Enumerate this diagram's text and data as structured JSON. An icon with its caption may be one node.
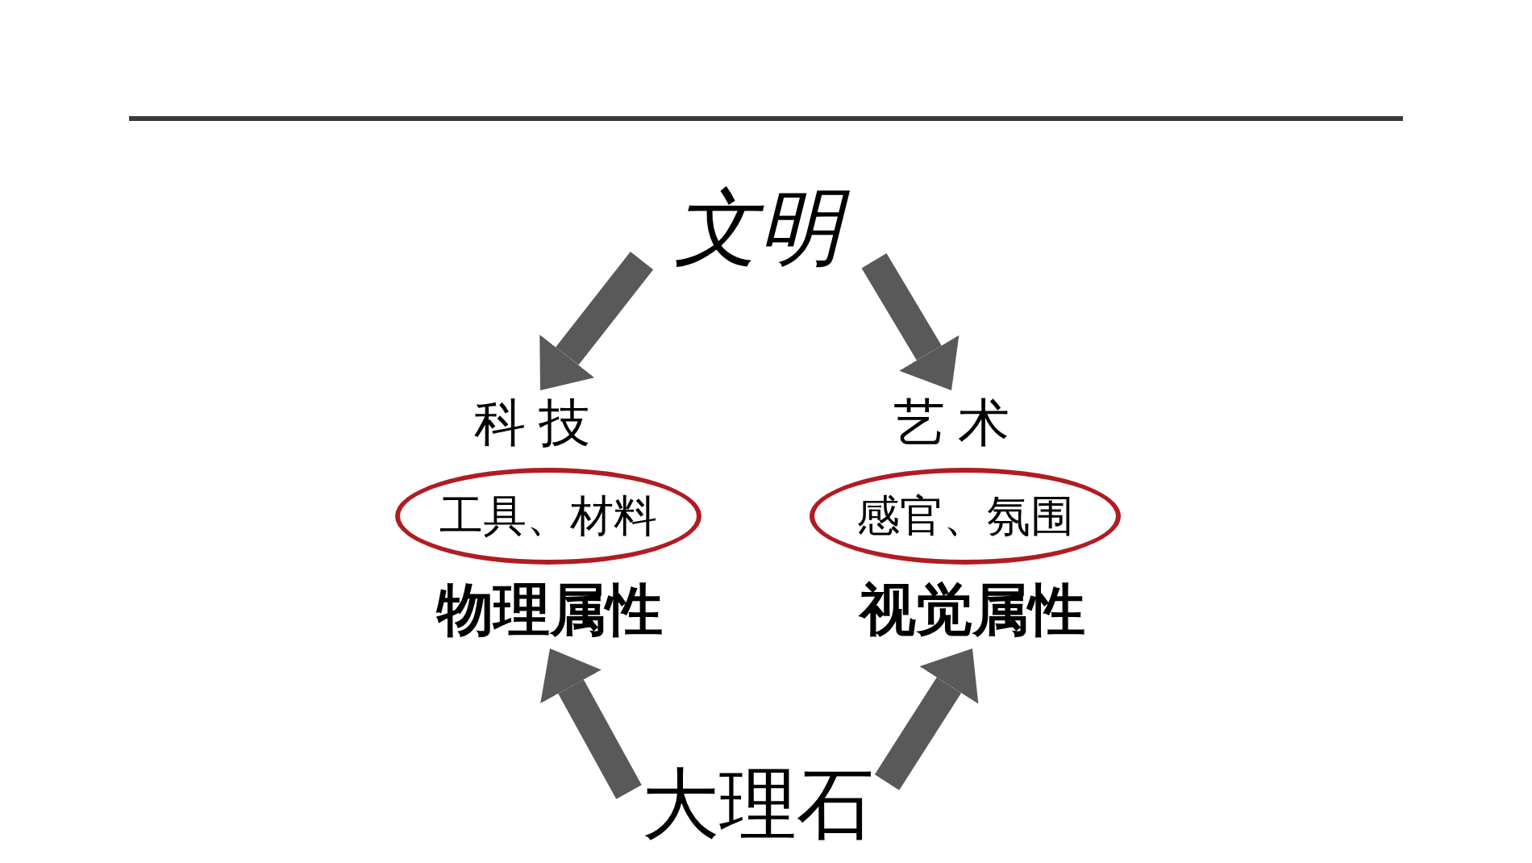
{
  "diagram": {
    "nodes": [
      {
        "text": [
          "文明"
        ]
      },
      {
        "text": [
          "科技"
        ]
      },
      {
        "text": [
          "艺术"
        ]
      },
      {
        "text": [
          "工具、材料"
        ]
      },
      {
        "text": [
          "感官、氛围"
        ]
      },
      {
        "text": [
          "物理属性"
        ]
      },
      {
        "text": [
          "视觉属性"
        ]
      },
      {
        "text": [
          "大理石"
        ]
      }
    ],
    "edges": [
      {
        "from": 0,
        "to": 1,
        "arrow": "to"
      },
      {
        "from": 0,
        "to": 2,
        "arrow": "to"
      },
      {
        "from": 7,
        "to": 5,
        "arrow": "to"
      },
      {
        "from": 7,
        "to": 6,
        "arrow": "to"
      }
    ]
  }
}
